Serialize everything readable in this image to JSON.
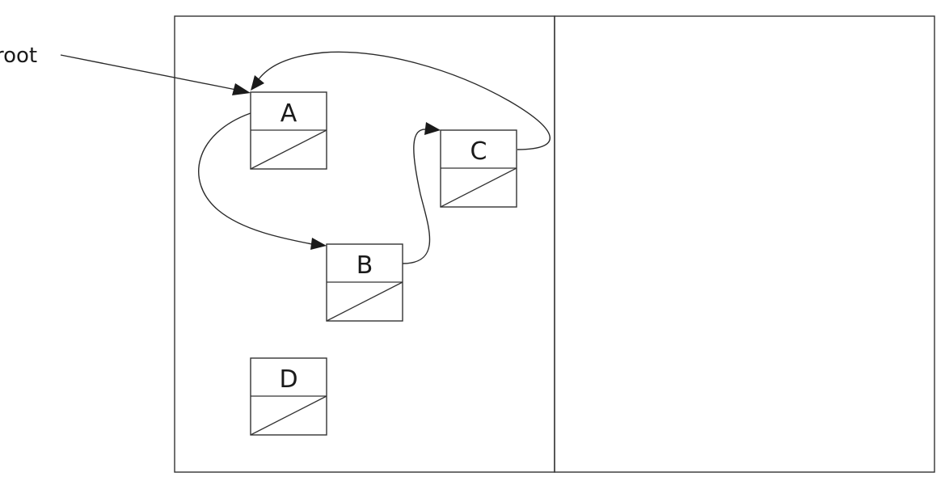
{
  "root_label": "root",
  "nodes": {
    "a": "A",
    "b": "B",
    "c": "C",
    "d": "D"
  }
}
